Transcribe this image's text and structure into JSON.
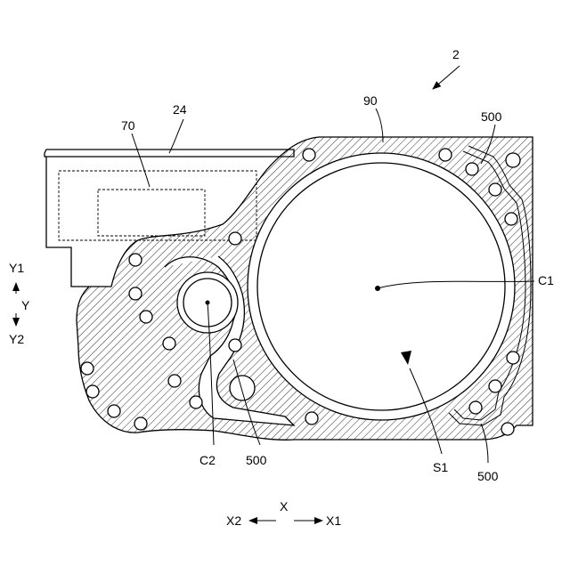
{
  "figure_ref": "2",
  "labels": {
    "l24": "24",
    "l70": "70",
    "l90": "90",
    "l500_top": "500",
    "l500_bottom": "500",
    "l500_right": "500",
    "lC1": "C1",
    "lC2": "C2",
    "lS1": "S1"
  },
  "axes": {
    "y1": "Y1",
    "y": "Y",
    "y2": "Y2",
    "x": "X",
    "x1": "X1",
    "x2": "X2"
  }
}
